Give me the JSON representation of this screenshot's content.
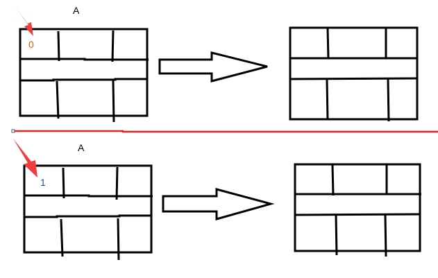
{
  "panels": [
    {
      "label": "A",
      "index": "0",
      "index_color": "#b36b00"
    },
    {
      "label": "A",
      "index": "1",
      "index_color": "#1f4e9c"
    }
  ],
  "colors": {
    "stroke": "#000000",
    "divider": "#ee1c24",
    "pointer": "#f03c3c"
  }
}
